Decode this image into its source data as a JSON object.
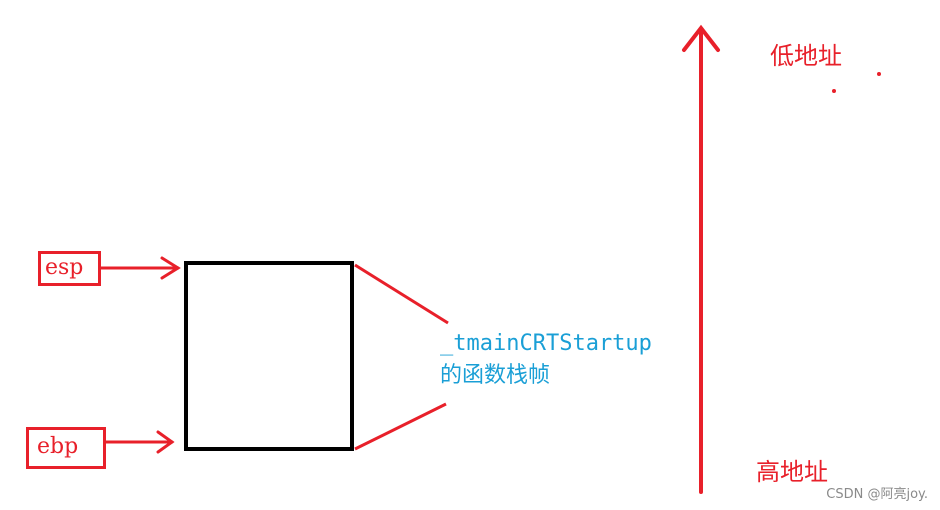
{
  "registers": {
    "esp": "esp",
    "ebp": "ebp"
  },
  "frame": {
    "function_name": "_tmainCRTStartup",
    "caption": "的函数栈帧"
  },
  "address": {
    "low": "低地址",
    "high": "高地址"
  },
  "watermark": "CSDN @阿亮joy.",
  "colors": {
    "red": "#e8202a",
    "blue": "#1a9fd6",
    "black": "#000000"
  }
}
